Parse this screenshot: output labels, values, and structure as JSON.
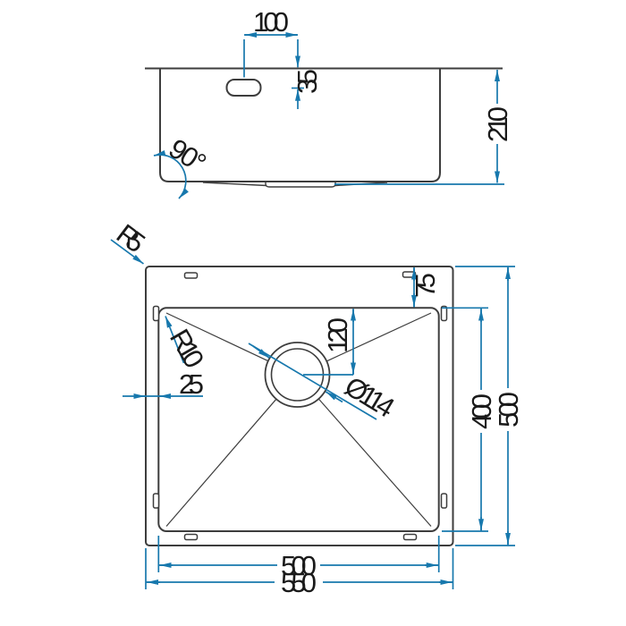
{
  "drawing": {
    "type": "sink-technical-drawing",
    "colors": {
      "dimension_blue": "#1778ad",
      "outline_gray": "#3d3d3d",
      "label_black": "#1a1a1a",
      "background": "#ffffff"
    },
    "side_view": {
      "name": "side section view",
      "labels": {
        "faucet_offset": "100",
        "faucet_center_depth": "35",
        "overall_depth": "210",
        "wall_angle": "90°"
      }
    },
    "plan_view": {
      "name": "top plan view",
      "labels": {
        "outer_corner_radius": "R5",
        "rim_to_bowl_top": "75",
        "drain_center_from_bowl_top": "120",
        "bowl_corner_radius": "R10",
        "rim_to_bowl_side": "25",
        "drain_diameter": "Ø114",
        "bowl_depth_dim": "400",
        "overall_depth_dim": "500",
        "bowl_width_dim": "500",
        "overall_width_dim": "550"
      }
    }
  }
}
